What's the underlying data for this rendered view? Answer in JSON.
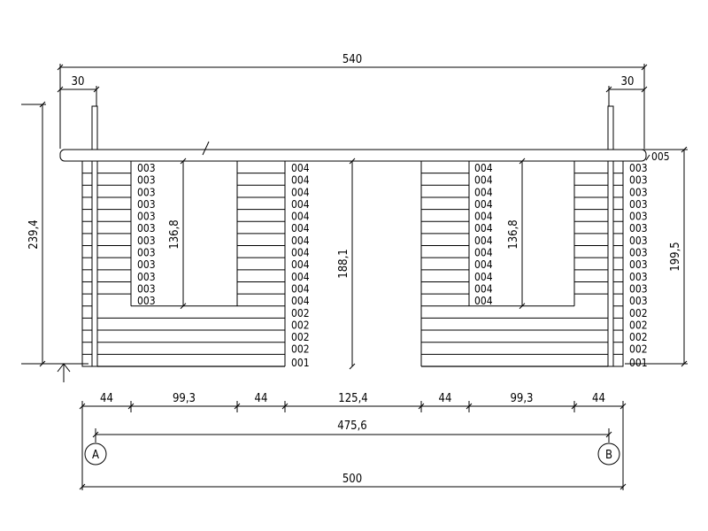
{
  "dimensions": {
    "overall_width": "540",
    "overhang_left": "30",
    "overhang_right": "30",
    "total_height": "239,4",
    "wall_height_right": "199,5",
    "window_height_left": "136,8",
    "window_height_right": "136,8",
    "door_height": "188,1",
    "bottom_segments": [
      "44",
      "99,3",
      "44",
      "125,4",
      "44",
      "99,3",
      "44"
    ],
    "axis_distance": "475,6",
    "foundation_width": "500"
  },
  "axes": {
    "left": "A",
    "right": "B"
  },
  "log_codes": {
    "roof": "005",
    "base": "001",
    "lower_wall": "002",
    "corner_side": "003",
    "opening_side": "004"
  }
}
